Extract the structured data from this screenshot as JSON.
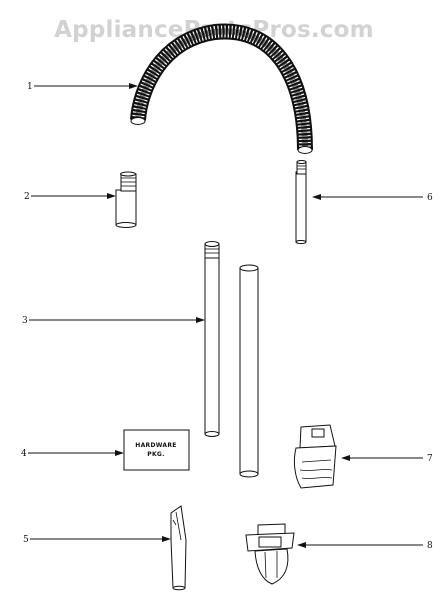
{
  "watermark": "AppliancePartsPros.com",
  "colors": {
    "watermark": "#d2d2d2",
    "ink": "#111111",
    "background": "#ffffff"
  },
  "callouts": {
    "c1_top": "1",
    "c2_left": "2",
    "c6_right": "6",
    "c3_left": "3",
    "c4_left": "4",
    "c7_right": "7",
    "c5_left": "5",
    "c8_right": "8"
  },
  "hardware_box": {
    "line1": "HARDWARE",
    "line2": "PKG."
  }
}
